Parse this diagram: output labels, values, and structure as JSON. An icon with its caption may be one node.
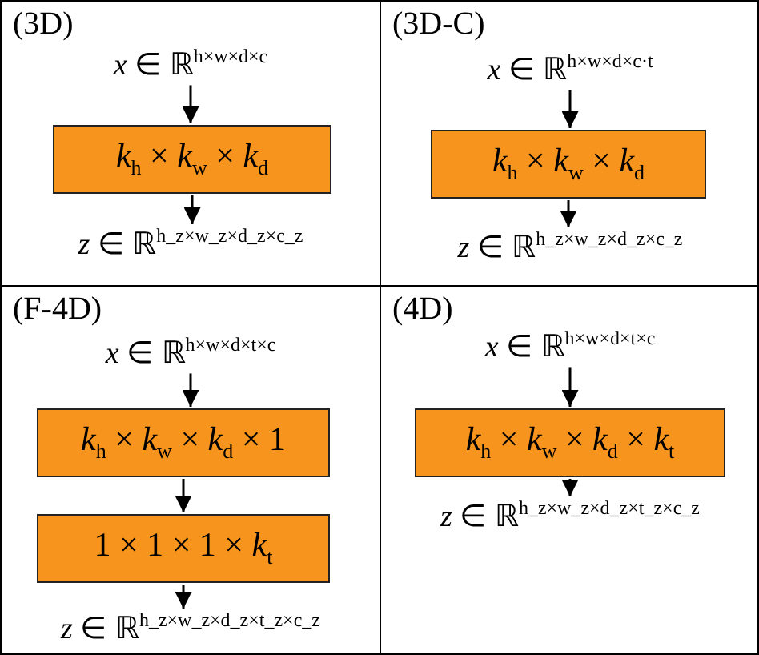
{
  "diagram": {
    "nodes": [
      {
        "text": [
          "(3D)"
        ]
      },
      {
        "text": [
          "*x* ∈ ℝ$^{h×w×d×c}$"
        ],
        "in": 0
      },
      {
        "text": [
          "*k*$_{h}$ × *k*$_{w}$ × *k*$_{d}$"
        ],
        "in": 0
      },
      {
        "text": [
          "*z* ∈ ℝ$^{h_z×w_z×d_z×c_z}$"
        ],
        "in": 0
      },
      {
        "text": [
          "(3D-C)"
        ]
      },
      {
        "text": [
          "*x* ∈ ℝ$^{h×w×d×c·t}$"
        ],
        "in": 4
      },
      {
        "text": [
          "*k*$_{h}$ × *k*$_{w}$ × *k*$_{d}$"
        ],
        "in": 4
      },
      {
        "text": [
          "*z* ∈ ℝ$^{h_z×w_z×d_z×c_z}$"
        ],
        "in": 4
      },
      {
        "text": [
          "(F-4D)"
        ]
      },
      {
        "text": [
          "*x* ∈ ℝ$^{h×w×d×t×c}$"
        ],
        "in": 8
      },
      {
        "text": [
          "*k*$_{h}$ × *k*$_{w}$ × *k*$_{d}$ × 1"
        ],
        "in": 8
      },
      {
        "text": [
          "1 × 1 × 1 × *k*$_{t}$"
        ],
        "in": 8
      },
      {
        "text": [
          "*z* ∈ ℝ$^{h_z×w_z×d_z×t_z×c_z}$"
        ],
        "in": 8
      },
      {
        "text": [
          "(4D)"
        ]
      },
      {
        "text": [
          "*x* ∈ ℝ$^{h×w×d×t×c}$"
        ],
        "in": 13
      },
      {
        "text": [
          "*k*$_{h}$ × *k*$_{w}$ × *k*$_{d}$ × *k*$_{t}$"
        ],
        "in": 13
      },
      {
        "text": [
          "*z* ∈ ℝ$^{h_z×w_z×d_z×t_z×c_z}$"
        ],
        "in": 13
      }
    ],
    "edges": [
      {
        "from": 1,
        "to": 2,
        "arrow": "to"
      },
      {
        "from": 2,
        "to": 3,
        "arrow": "to"
      },
      {
        "from": 5,
        "to": 6,
        "arrow": "to"
      },
      {
        "from": 6,
        "to": 7,
        "arrow": "to"
      },
      {
        "from": 9,
        "to": 10,
        "arrow": "to"
      },
      {
        "from": 10,
        "to": 11,
        "arrow": "to"
      },
      {
        "from": 11,
        "to": 12,
        "arrow": "to"
      },
      {
        "from": 14,
        "to": 15,
        "arrow": "to"
      },
      {
        "from": 15,
        "to": 16,
        "arrow": "to"
      }
    ]
  }
}
